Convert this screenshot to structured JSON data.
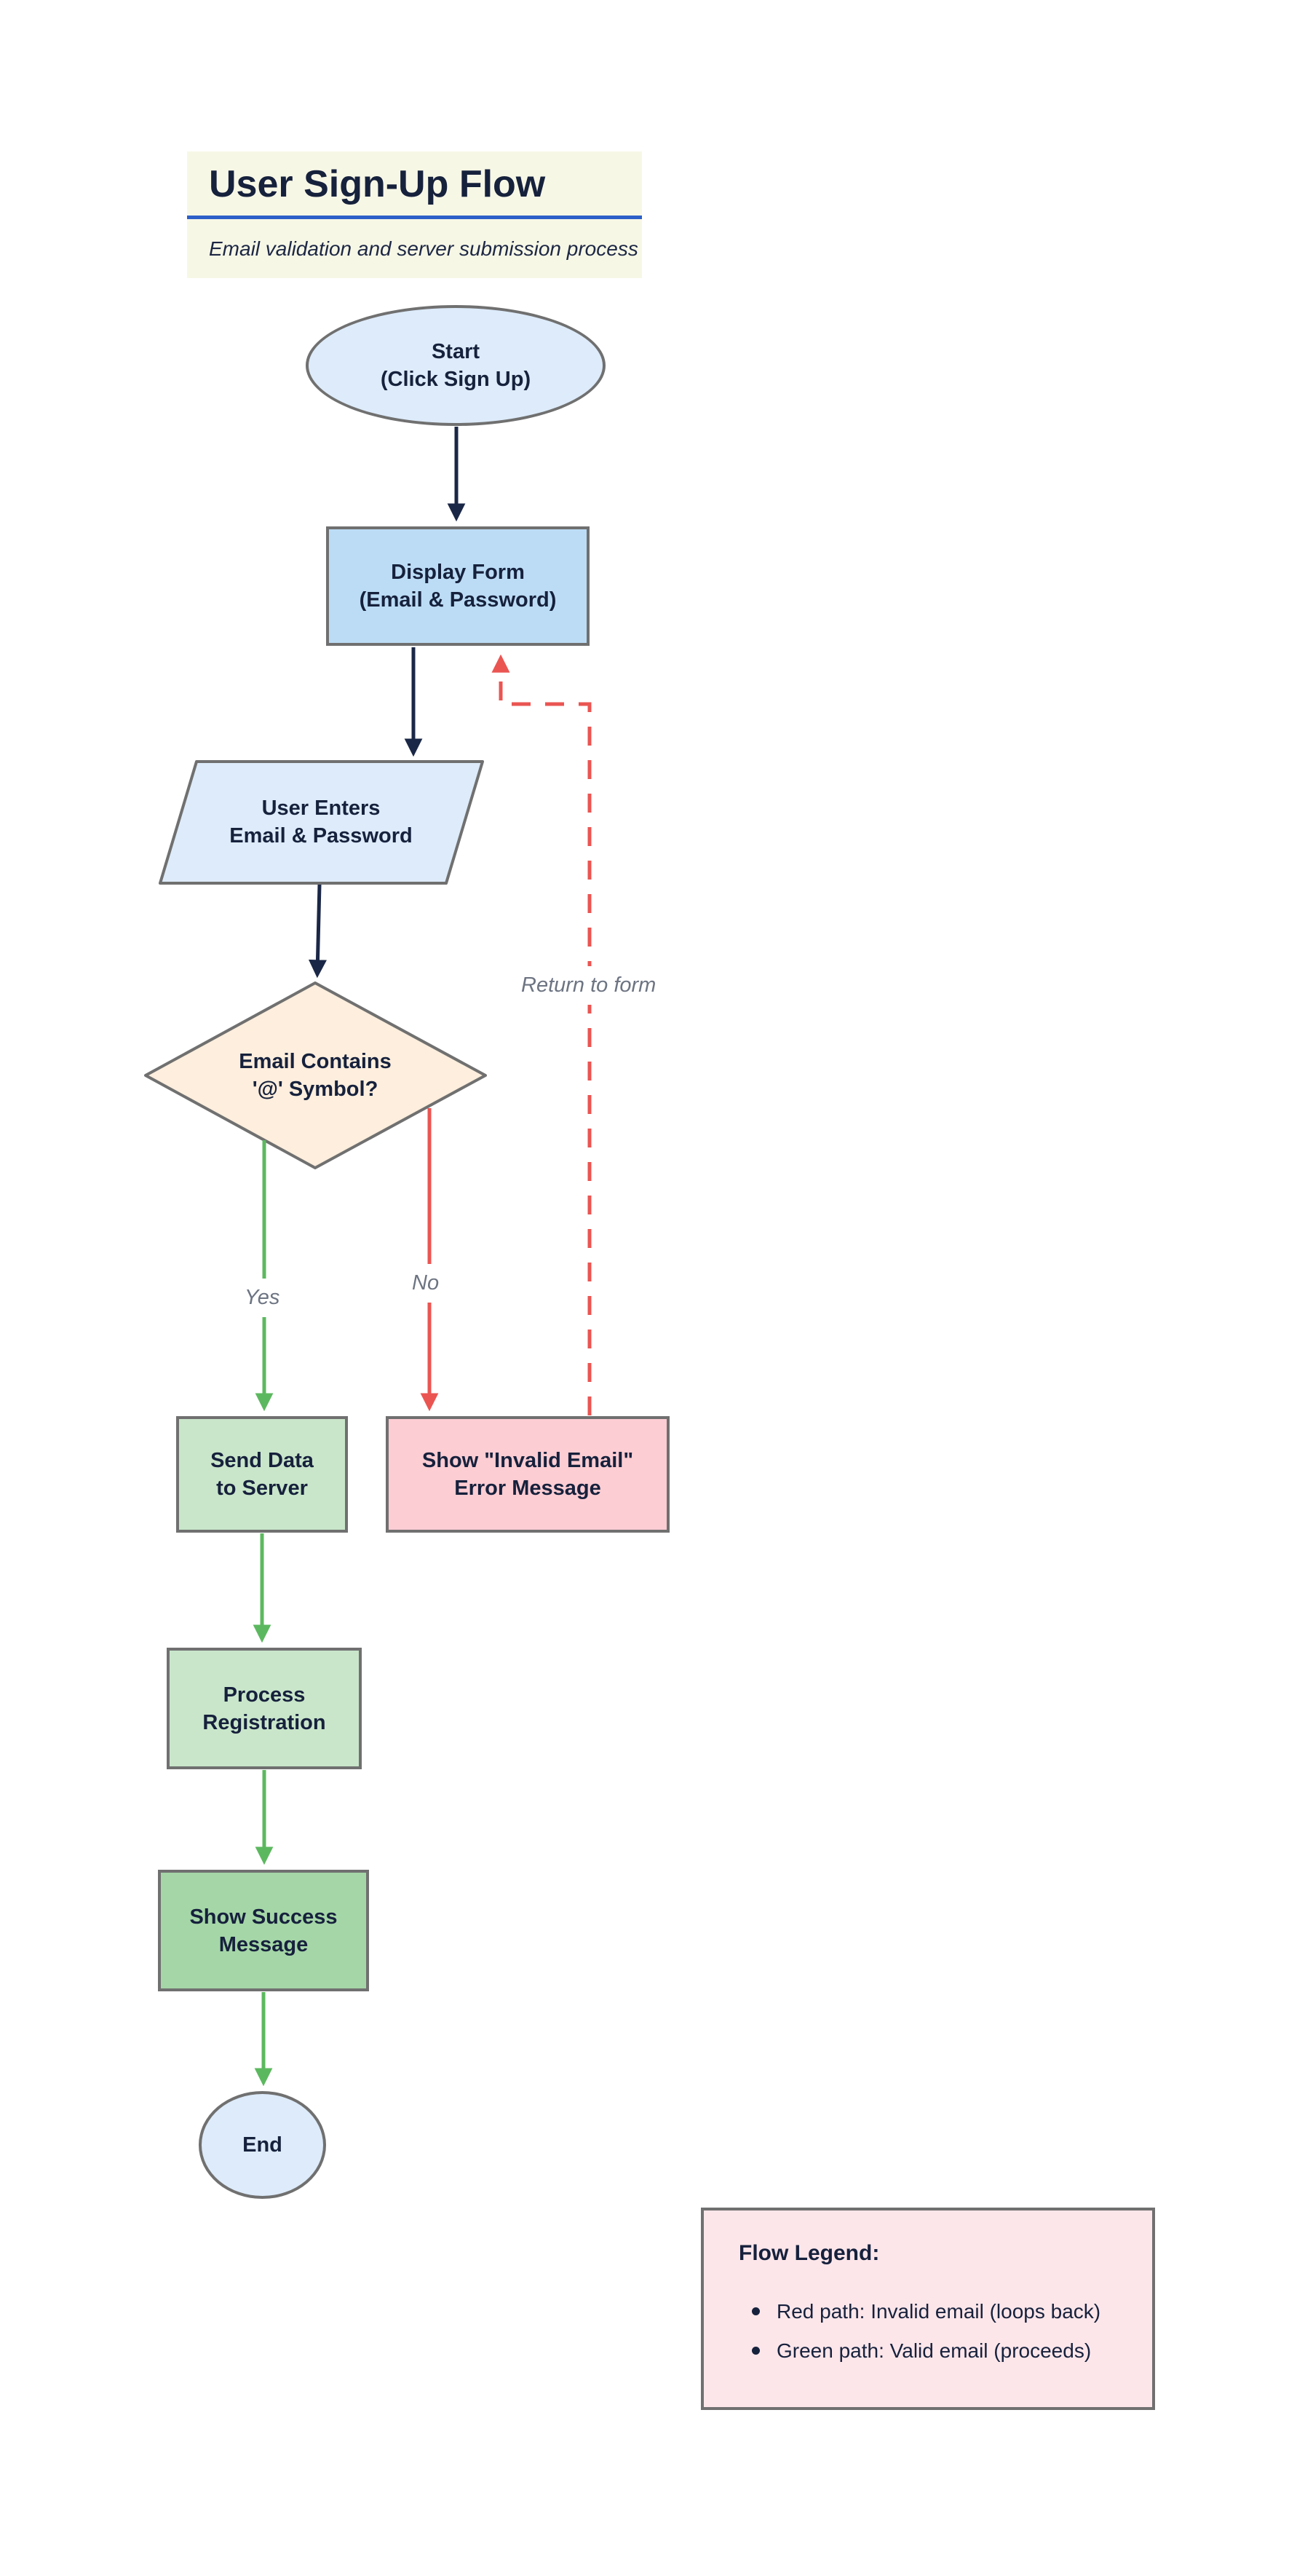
{
  "header": {
    "title": "User Sign-Up Flow",
    "subtitle": "Email validation and server submission process"
  },
  "nodes": {
    "start": {
      "shape": "ellipse",
      "line1": "Start",
      "line2": "(Click Sign Up)"
    },
    "display": {
      "shape": "rectangle",
      "line1": "Display Form",
      "line2": "(Email & Password)"
    },
    "user_input": {
      "shape": "parallelogram",
      "line1": "User Enters",
      "line2": "Email & Password"
    },
    "decision": {
      "shape": "diamond",
      "line1": "Email Contains",
      "line2": "'@' Symbol?"
    },
    "send": {
      "shape": "rectangle",
      "line1": "Send Data",
      "line2": "to Server"
    },
    "error": {
      "shape": "rectangle",
      "line1": "Show \"Invalid Email\"",
      "line2": "Error Message"
    },
    "process": {
      "shape": "rectangle",
      "line1": "Process",
      "line2": "Registration"
    },
    "success": {
      "shape": "rectangle",
      "line1": "Show Success",
      "line2": "Message"
    },
    "end": {
      "shape": "ellipse",
      "line1": "End"
    }
  },
  "edge_labels": {
    "yes": "Yes",
    "no": "No",
    "return": "Return to form"
  },
  "legend": {
    "title": "Flow Legend:",
    "items": [
      "Red path: Invalid email (loops back)",
      "Green path: Valid email (proceeds)"
    ]
  },
  "colors": {
    "title_bg": "#f7f7e6",
    "title_rule": "#2c5fc8",
    "text_navy": "#16213c",
    "border_gray": "#707070",
    "node_blue_light": "#ddebfa",
    "node_blue": "#bcdcf5",
    "node_cream": "#fdeedd",
    "node_green_light": "#c9e6ca",
    "node_green": "#a5d6a7",
    "node_pink": "#fccdd3",
    "legend_pink": "#fce6ea",
    "arrow_navy": "#1b2746",
    "arrow_green": "#5cb85f",
    "arrow_red": "#ea5552",
    "edge_label_gray": "#6d7482"
  }
}
